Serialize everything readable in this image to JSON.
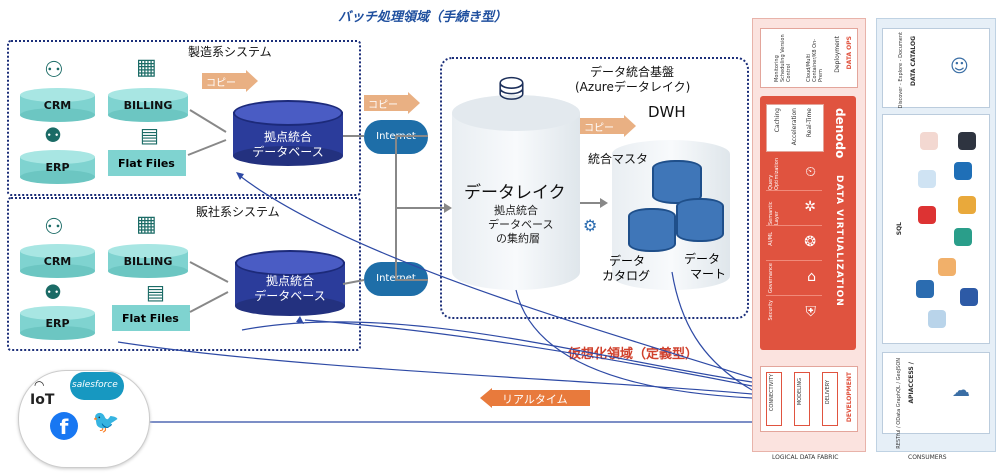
{
  "titles": {
    "batch": "バッチ処理領域（手続き型）",
    "virtual": "仮想化領域（定義型）",
    "mfg_system": "製造系システム",
    "sales_system": "販社系システム",
    "data_platform_line1": "データ統合基盤",
    "data_platform_line2": "(Azureデータレイク)"
  },
  "sources": {
    "mfg": {
      "crm": "CRM",
      "billing": "BILLING",
      "erp": "ERP",
      "flat": "Flat Files"
    },
    "sales": {
      "crm": "CRM",
      "billing": "BILLING",
      "erp": "ERP",
      "flat": "Flat Files"
    }
  },
  "copy_label": "コピー",
  "hub_db": {
    "line1": "拠点統合",
    "line2": "データベース"
  },
  "internet": "Internet",
  "lake": {
    "title": "データレイク",
    "line1": "拠点統合",
    "line2": "データベース",
    "line3": "の集約層"
  },
  "dwh": {
    "title": "DWH",
    "master": "統合マスタ",
    "catalog_1": "データ",
    "catalog_2": "カタログ",
    "mart_1": "データ",
    "mart_2": "マート"
  },
  "realtime": "リアルタイム",
  "consumers_bottom": {
    "iot": "IoT",
    "salesforce": "salesforce"
  },
  "denodo": {
    "logo": "denodo",
    "product": "DATA VIRTUALIZATION",
    "data_ops": "DATA OPS",
    "deployment": "Deployment",
    "cloud": "Cloud/Multi Container/K8 On-Prem",
    "monitoring": "Monitoring Scheduling Version Control",
    "real_time": "Real-Time",
    "acceleration": "Acceleration",
    "caching": "Caching",
    "features": [
      "Query Optimization",
      "Semantic Layer",
      "AI/ML",
      "Governance",
      "Security"
    ],
    "development": "DEVELOPMENT",
    "connectivity": "CONNECTIVITY",
    "modeling": "MODELING",
    "delivery": "DELIVERY",
    "fabric_label": "LOGICAL DATA FABRIC"
  },
  "consumers": {
    "label": "CONSUMERS",
    "data_catalog": "DATA CATALOG",
    "dc_sub": "Discover - Explore - Document",
    "sql": "SQL",
    "apis": "APIACCESS /",
    "apis_sub": "RESTful / OData GraphQL / GeoJSON"
  },
  "colors": {
    "navy": "#1c2f7a",
    "teal": "#7fd3d0",
    "copy_arrow": "#e9b083",
    "denodo_red": "#e0533f",
    "realtime_arrow": "#e87a3c"
  }
}
